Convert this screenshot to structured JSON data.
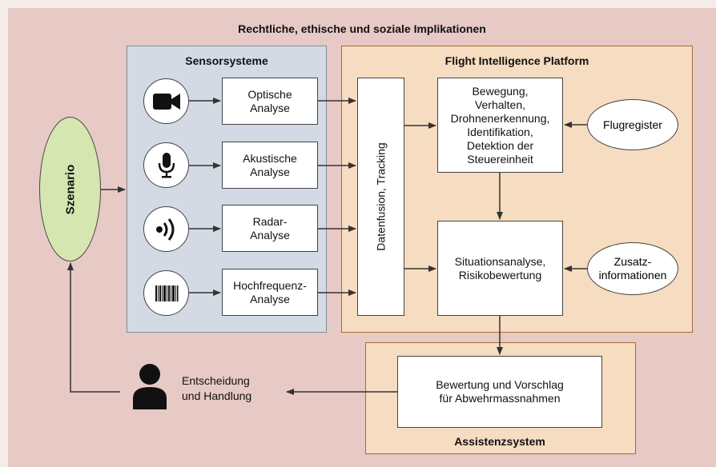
{
  "title": "Rechtliche, ethische und soziale Implikationen",
  "scenario": "Szenario",
  "sensor_panel": {
    "title": "Sensorsysteme",
    "items": [
      {
        "icon": "video-camera-icon",
        "label": "Optische\nAnalyse"
      },
      {
        "icon": "microphone-icon",
        "label": "Akustische\nAnalyse"
      },
      {
        "icon": "radio-waves-icon",
        "label": "Radar-\nAnalyse"
      },
      {
        "icon": "barcode-icon",
        "label": "Hochfrequenz-\nAnalyse"
      }
    ]
  },
  "platform": {
    "title": "Flight Intelligence Platform",
    "fusion": "Datenfusion, Tracking",
    "movement": "Bewegung,\nVerhalten,\nDrohnenerkennung,\nIdentifikation,\nDetektion der\nSteuereinheit",
    "situation": "Situationsanalyse,\nRisikobewertung",
    "flight_register": "Flugregister",
    "additional_info": "Zusatz-\ninformationen"
  },
  "assistance": {
    "title": "Assistenzsystem",
    "recommendation": "Bewertung und Vorschlag\nfür Abwehrmassnahmen"
  },
  "decision": "Entscheidung\nund Handlung",
  "colors": {
    "background": "#e7c9c5",
    "sensor_panel": "#d3dae4",
    "platform_panel": "#f6dcc0",
    "scenario": "#d6e6b0"
  }
}
